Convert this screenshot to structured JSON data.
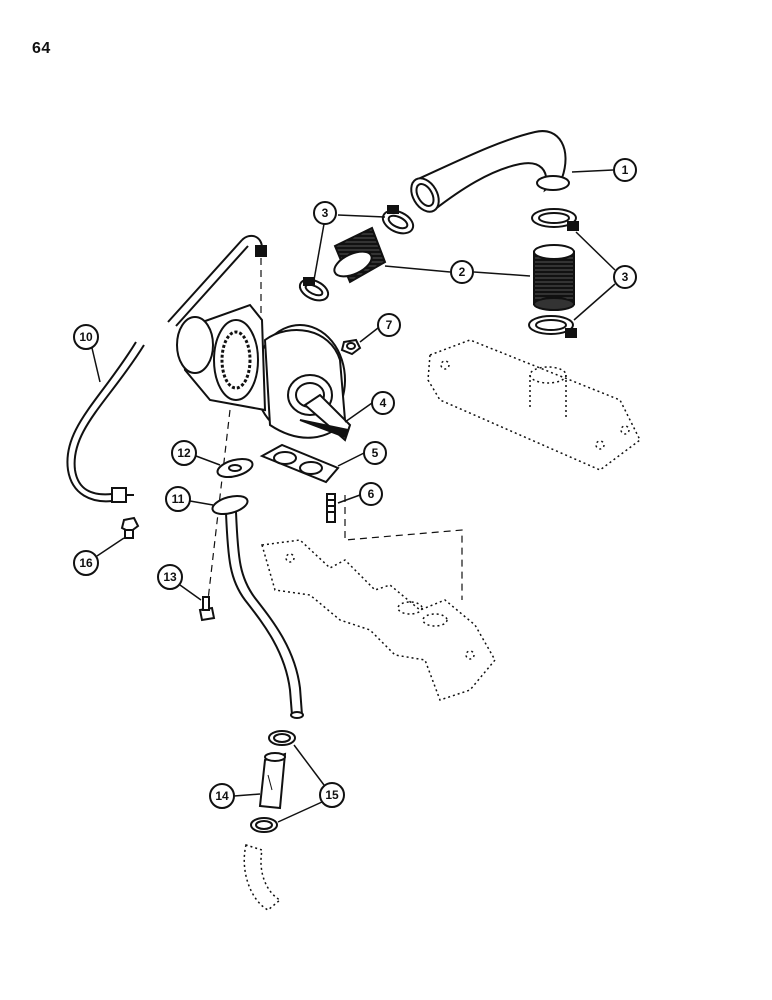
{
  "page_number": "64",
  "callouts": [
    "1",
    "2",
    "3",
    "3",
    "4",
    "5",
    "6",
    "7",
    "10",
    "11",
    "12",
    "13",
    "14",
    "15",
    "16"
  ],
  "colors": {
    "ink": "#111111",
    "paper": "#ffffff"
  }
}
